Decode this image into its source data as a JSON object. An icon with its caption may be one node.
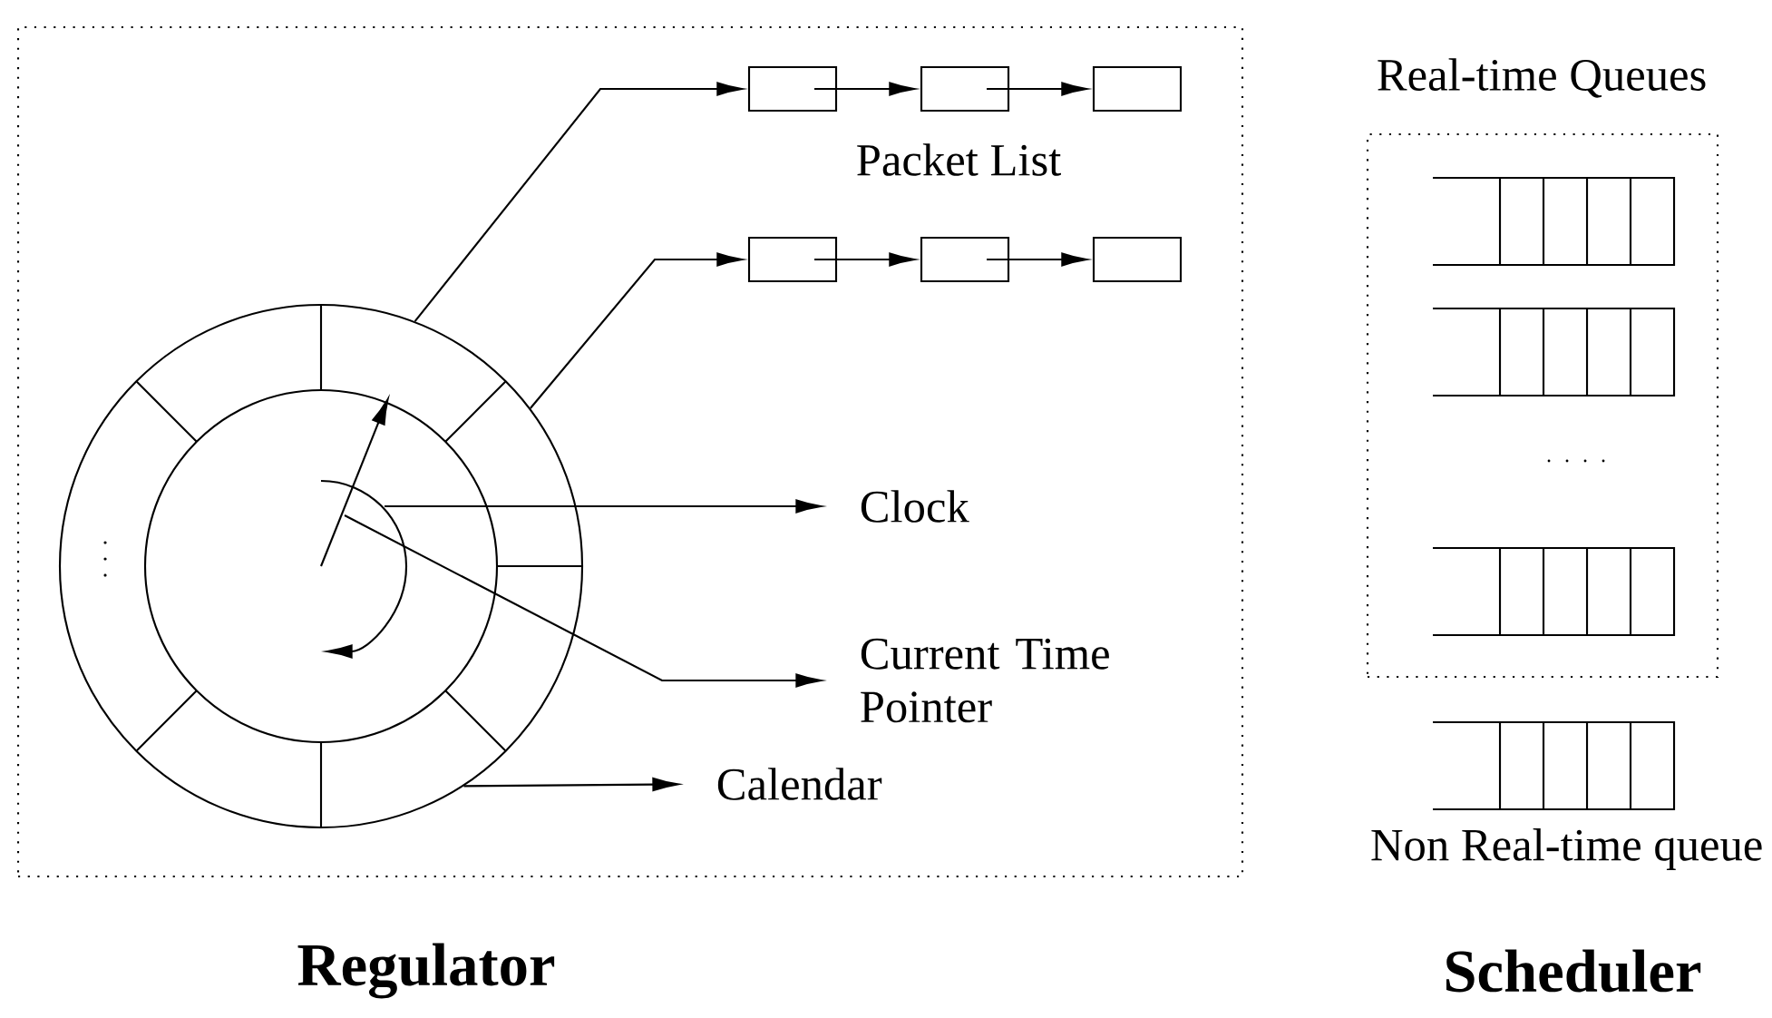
{
  "diagram": {
    "nodes": [
      {
        "text": [
          "Regulator"
        ]
      },
      {
        "text": [],
        "shape": "circle",
        "in": 0
      },
      {
        "text": [],
        "shape": "box",
        "in": 0
      },
      {
        "text": [],
        "shape": "box",
        "in": 0
      },
      {
        "text": [],
        "shape": "box",
        "in": 0
      },
      {
        "text": [],
        "shape": "box",
        "in": 0
      },
      {
        "text": [],
        "shape": "box",
        "in": 0
      },
      {
        "text": [],
        "shape": "box",
        "in": 0
      },
      {
        "text": [
          "Clock"
        ],
        "in": 0
      },
      {
        "text": [
          "Current Time Pointer"
        ],
        "in": 0
      },
      {
        "text": [
          "Calendar"
        ],
        "in": 0
      },
      {
        "text": [
          "Real-time Queues"
        ]
      }
    ],
    "edges": [
      {
        "from": 1,
        "to": 2,
        "arrow": "to"
      },
      {
        "from": 2,
        "to": 3,
        "arrow": "to"
      },
      {
        "from": 3,
        "to": 4,
        "arrow": "to"
      },
      {
        "from": 1,
        "to": 5,
        "arrow": "to"
      },
      {
        "from": 5,
        "to": 6,
        "arrow": "to"
      },
      {
        "from": 6,
        "to": 7,
        "arrow": "to"
      },
      {
        "from": 1,
        "to": 8,
        "arrow": "to"
      },
      {
        "from": 1,
        "to": 9,
        "arrow": "to"
      },
      {
        "from": 1,
        "to": 10,
        "arrow": "to"
      }
    ],
    "labels": [
      "Packet List",
      "Non Real-time queue",
      "Scheduler"
    ]
  }
}
